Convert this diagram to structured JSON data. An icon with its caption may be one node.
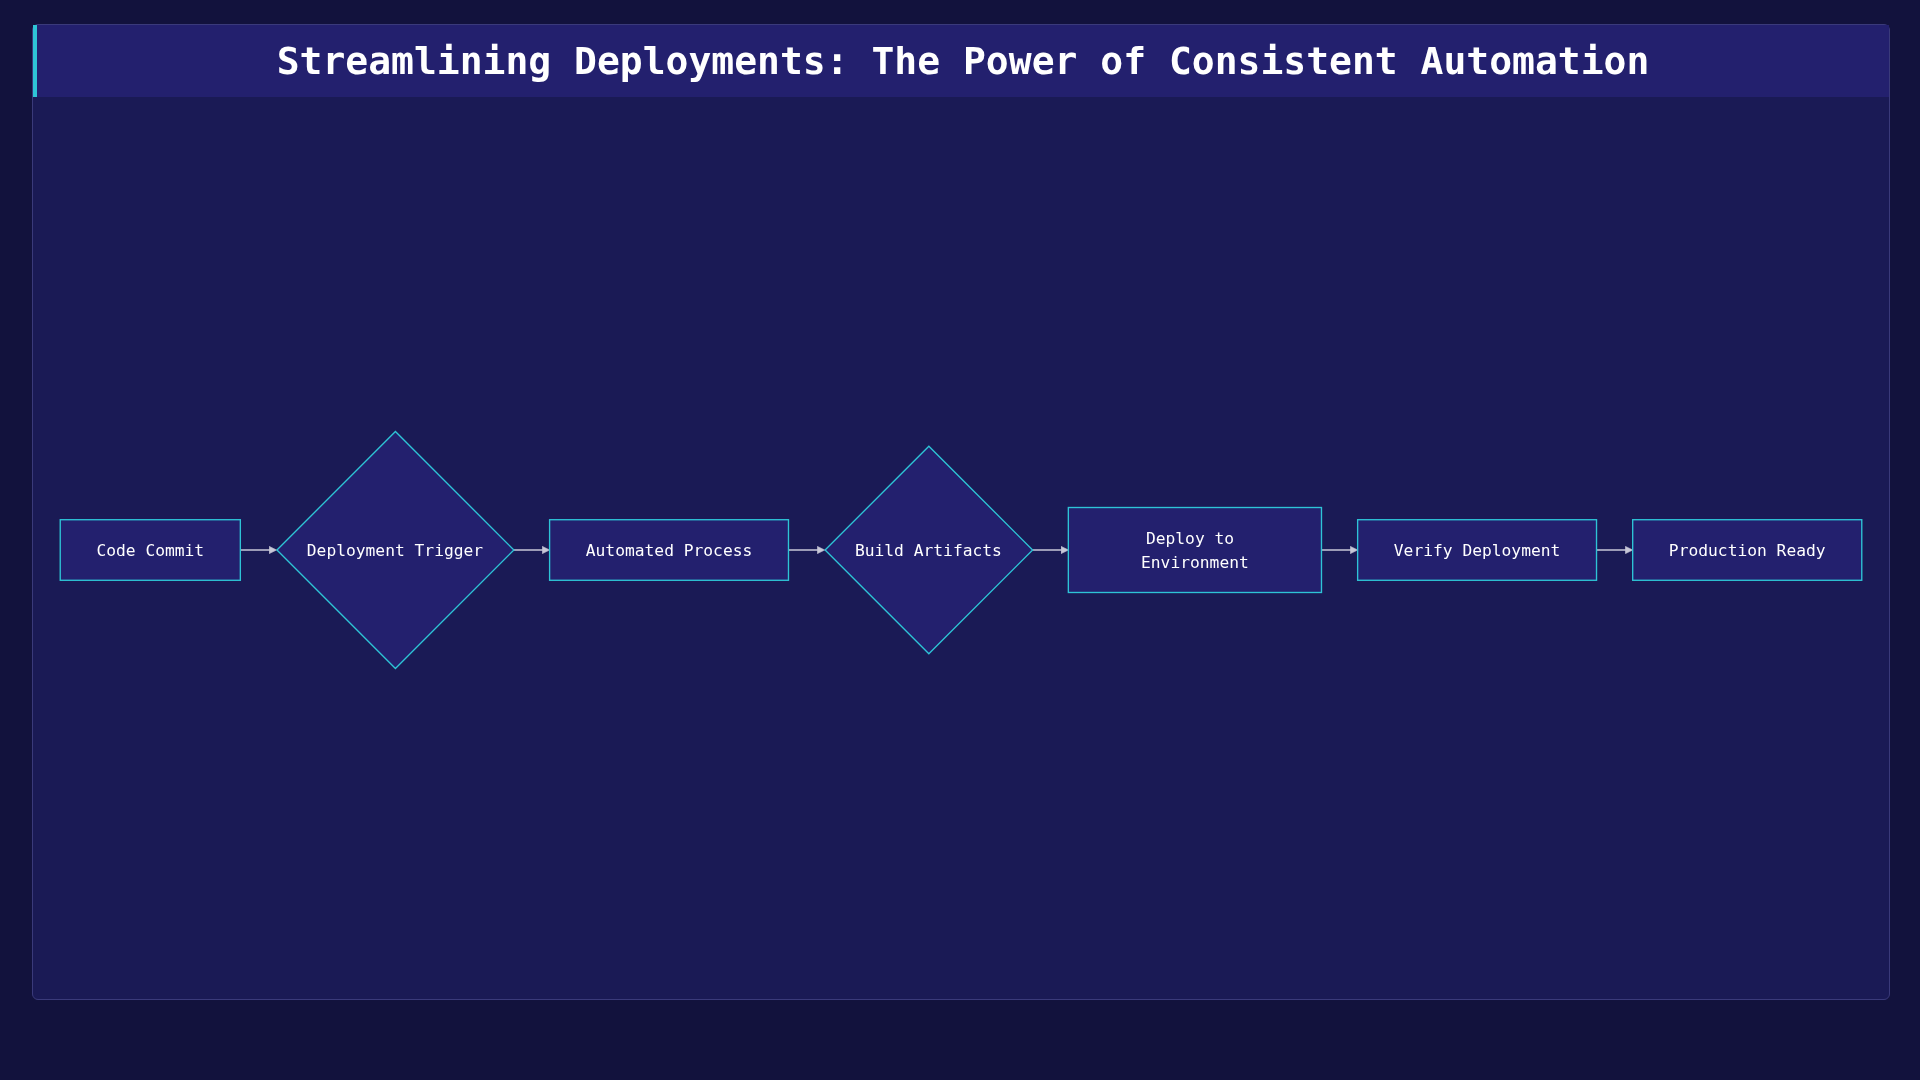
{
  "diagram": {
    "title": "Streamlining Deployments: The Power of Consistent Automation",
    "nodes": [
      {
        "text": [
          "Code Commit"
        ]
      },
      {
        "text": [
          "Deployment Trigger"
        ]
      },
      {
        "text": [
          "Automated Process"
        ]
      },
      {
        "text": [
          "Build Artifacts"
        ]
      },
      {
        "text": [
          "Deploy to Environment"
        ]
      },
      {
        "text": [
          "Verify Deployment"
        ]
      },
      {
        "text": [
          "Production Ready"
        ]
      }
    ],
    "edges": [
      {
        "from": 0,
        "to": 1,
        "arrow": "to"
      },
      {
        "from": 1,
        "to": 2,
        "arrow": "to"
      },
      {
        "from": 2,
        "to": 3,
        "arrow": "to"
      },
      {
        "from": 3,
        "to": 4,
        "arrow": "to"
      },
      {
        "from": 4,
        "to": 5,
        "arrow": "to"
      },
      {
        "from": 5,
        "to": 6,
        "arrow": "to"
      }
    ]
  }
}
